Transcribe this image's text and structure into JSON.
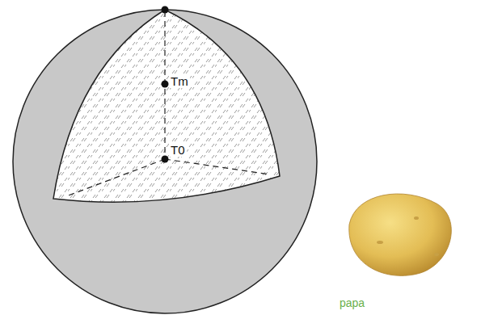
{
  "diagram": {
    "labels": [
      "Tm",
      "T0",
      "papa"
    ]
  }
}
